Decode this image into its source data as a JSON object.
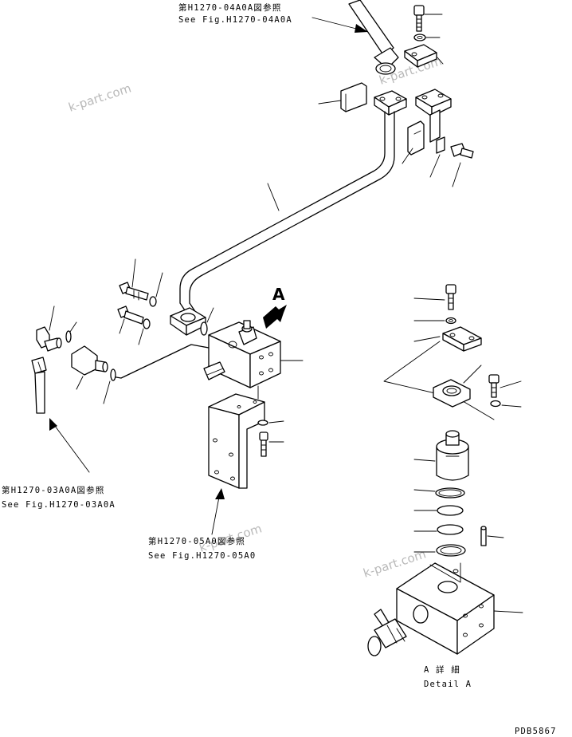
{
  "references": {
    "top_jp": "第H1270-04A0A図参照",
    "top_en": "See Fig.H1270-04A0A",
    "left_jp": "第H1270-03A0A図参照",
    "left_en": "See Fig.H1270-03A0A",
    "mid_jp": "第H1270-05A0図参照",
    "mid_en": "See Fig.H1270-05A0"
  },
  "view_marker": "A",
  "detail": {
    "jp": "A 詳 細",
    "en": "Detail A"
  },
  "drawing_number": "PDB5867",
  "watermark": "k-part.com"
}
